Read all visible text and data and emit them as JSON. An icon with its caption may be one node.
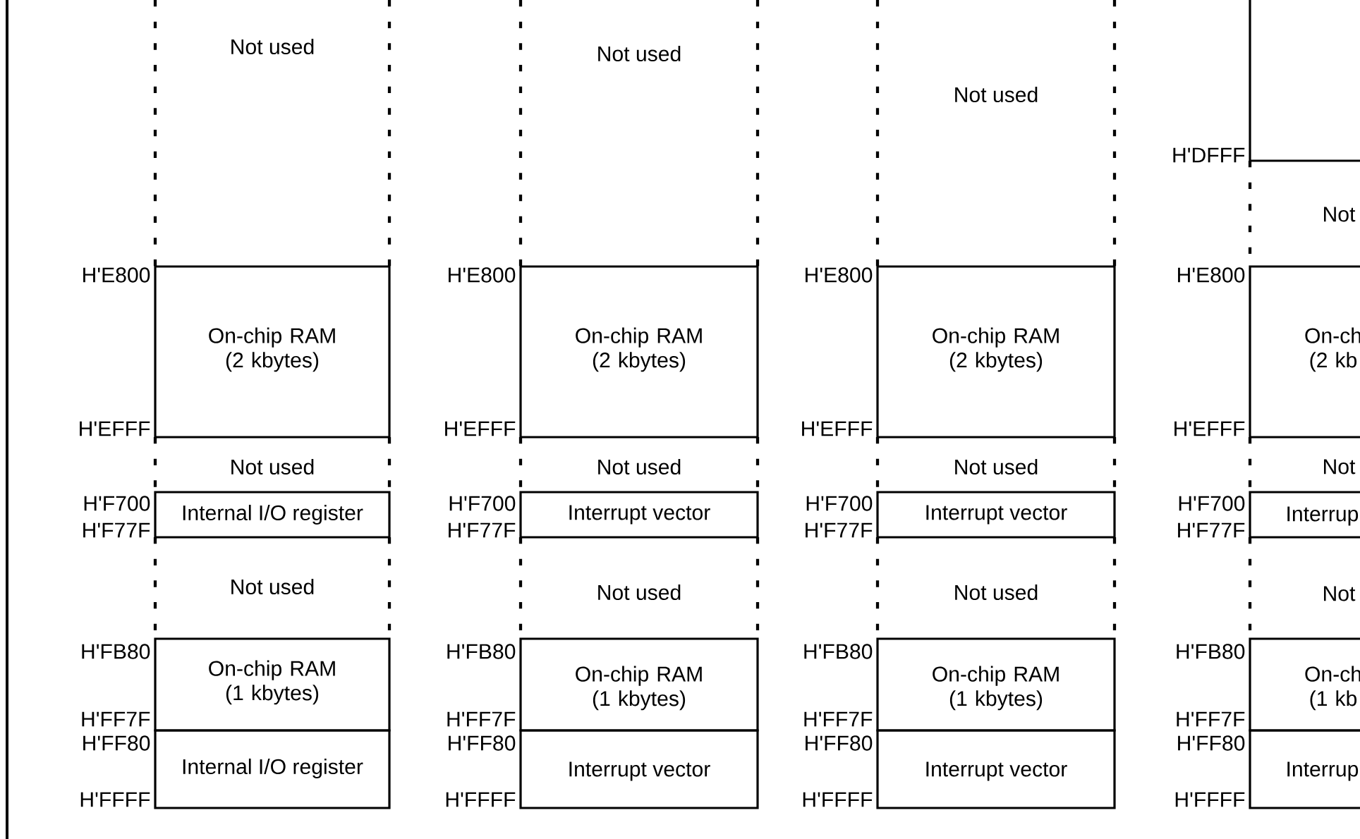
{
  "diagram": {
    "nodes": [
      {
        "text": [
          "Not used"
        ]
      },
      {
        "text": [
          "On-chip RAM (2 kbytes)"
        ]
      },
      {
        "text": [
          "Not used"
        ]
      },
      {
        "text": [
          "Internal I/O register"
        ]
      },
      {
        "text": [
          "Not used"
        ]
      },
      {
        "text": [
          "On-chip RAM (1 kbytes)"
        ]
      },
      {
        "text": [
          "Internal I/O register"
        ]
      },
      {
        "text": [
          "Not used"
        ]
      },
      {
        "text": [
          "On-chip RAM (2 kbytes)"
        ]
      },
      {
        "text": [
          "Not used"
        ]
      },
      {
        "text": [
          "Interrupt vector"
        ]
      },
      {
        "text": [
          "Not used"
        ]
      },
      {
        "text": [
          "On-chip RAM (1 kbytes)"
        ]
      },
      {
        "text": [
          "Interrupt vector"
        ]
      },
      {
        "text": [
          "Not used"
        ]
      },
      {
        "text": [
          "On-chip RAM (2 kbytes)"
        ]
      },
      {
        "text": [
          "Not used"
        ]
      },
      {
        "text": [
          "Interrupt vector"
        ]
      },
      {
        "text": [
          "Not used"
        ]
      },
      {
        "text": [
          "On-chip RAM (1 kbytes)"
        ]
      },
      {
        "text": [
          "Interrupt vector"
        ]
      },
      {
        "text": [],
        "shape": "box"
      },
      {
        "text": [
          "Not"
        ]
      },
      {
        "text": [
          "On-ch (2 kb"
        ]
      },
      {
        "text": [
          "Not"
        ]
      },
      {
        "text": [
          "Interrup"
        ]
      },
      {
        "text": [
          "Not"
        ]
      },
      {
        "text": [
          "On-ch (1 kb"
        ]
      },
      {
        "text": [
          "Interrup"
        ]
      }
    ],
    "labels": [
      "H'E800",
      "H'EFFF",
      "H'F700",
      "H'F77F",
      "H'FB80",
      "H'FF7F",
      "H'FF80",
      "H'FFFF",
      "H'E800",
      "H'EFFF",
      "H'F700",
      "H'F77F",
      "H'FB80",
      "H'FF7F",
      "H'FF80",
      "H'FFFF",
      "H'E800",
      "H'EFFF",
      "H'F700",
      "H'F77F",
      "H'FB80",
      "H'FF7F",
      "H'FF80",
      "H'FFFF",
      "H'DFFF",
      "H'E800",
      "H'EFFF",
      "H'F700",
      "H'F77F",
      "H'FB80",
      "H'FF7F",
      "H'FF80",
      "H'FFFF"
    ]
  }
}
